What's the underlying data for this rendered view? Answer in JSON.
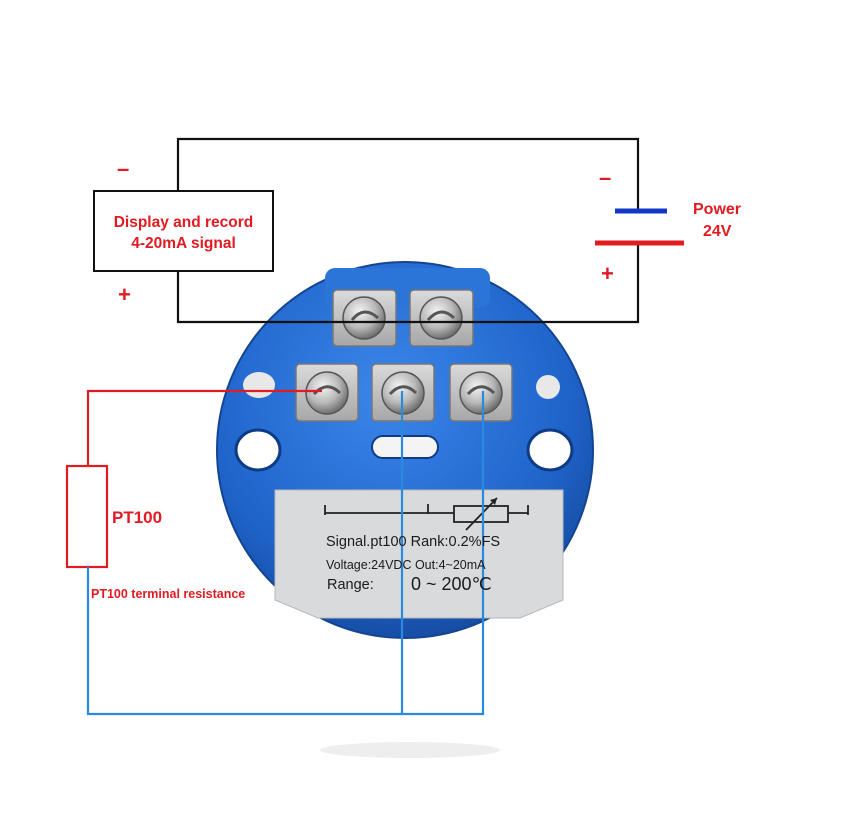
{
  "display_box": {
    "line1": "Display and record",
    "line2": "4-20mA signal",
    "minus": "–",
    "plus": "+"
  },
  "power": {
    "label_line1": "Power",
    "label_line2": "24V",
    "minus": "–",
    "plus": "+"
  },
  "sensor": {
    "label": "PT100",
    "caption": "PT100 terminal resistance"
  },
  "nameplate": {
    "line1": "Signal.pt100 Rank:0.2%FS",
    "line2": "Voltage:24VDC Out:4~20mA",
    "range_label": "Range:",
    "range_value": "0 ~ 200℃"
  },
  "colors": {
    "wire_black": "#111111",
    "wire_red": "#e11b22",
    "wire_blue": "#2a8ae0",
    "module_blue": "#1f63c9",
    "plate_grey": "#d9dadb",
    "battery_neg": "#1338c8",
    "battery_pos": "#e11b22"
  },
  "icons": [
    "battery-symbol",
    "resistor-symbol",
    "thermistor-symbol",
    "screw-terminal"
  ]
}
